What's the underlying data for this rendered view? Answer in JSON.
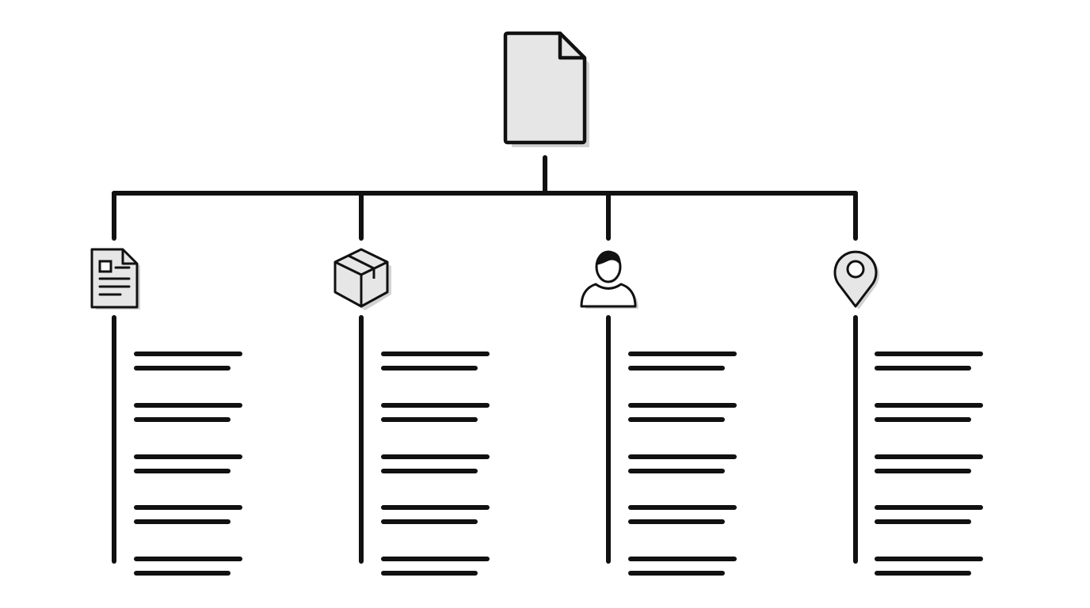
{
  "colors": {
    "stroke": "#111111",
    "icon_fill": "#e6e6e6",
    "shadow": "#d2d2d2",
    "background": "#ffffff"
  },
  "root": {
    "icon": "document-icon"
  },
  "branches": [
    {
      "icon": "form-document-icon",
      "placeholder_items": 5
    },
    {
      "icon": "package-box-icon",
      "placeholder_items": 5
    },
    {
      "icon": "person-icon",
      "placeholder_items": 5
    },
    {
      "icon": "location-pin-icon",
      "placeholder_items": 5
    }
  ]
}
